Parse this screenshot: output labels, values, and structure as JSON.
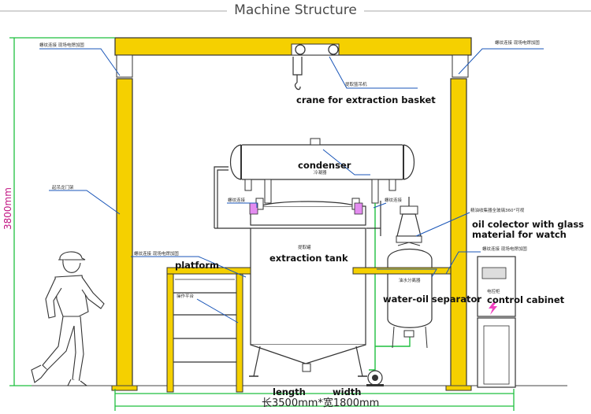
{
  "header": {
    "title": "Machine Structure"
  },
  "labels": {
    "crane": "crane for extraction basket",
    "condenser": "condenser",
    "extraction_tank": "extraction tank",
    "oil_collector_line1": "oil colector with glass",
    "oil_collector_line2": "material for watch",
    "platform": "platform",
    "water_oil_separator": "water-oil separator",
    "control_cabinet": "control cabinet",
    "length": "length",
    "width": "width"
  },
  "dimensions": {
    "height": "3800mm",
    "footprint": "长3500mm*宽1800mm"
  },
  "small_notes": {
    "top_left": "螺纹连接 现场电焊加固",
    "top_right": "螺纹连接 现场电焊加固",
    "crane_cn": "提取篮吊机",
    "condenser_cn": "冷凝器",
    "left_frame": "起吊龙门架",
    "valve_left": "螺纹连接",
    "valve_right": "螺纹连接",
    "oil_collector_cn": "精油收集器全玻璃360°可视",
    "tank_cn": "提取罐",
    "platform_left": "螺纹连接 现场电焊加固",
    "ladder_cn": "操作平台",
    "separator_cn": "油水分离器",
    "right_bolt": "螺纹连接 现场电焊加固",
    "cabinet_cn": "电控柜"
  },
  "colors": {
    "frame_yellow": "#f5d000",
    "pipe_green": "#1fbf3f",
    "leader_blue": "#1a56b8",
    "dimension_magenta": "#c01080"
  }
}
